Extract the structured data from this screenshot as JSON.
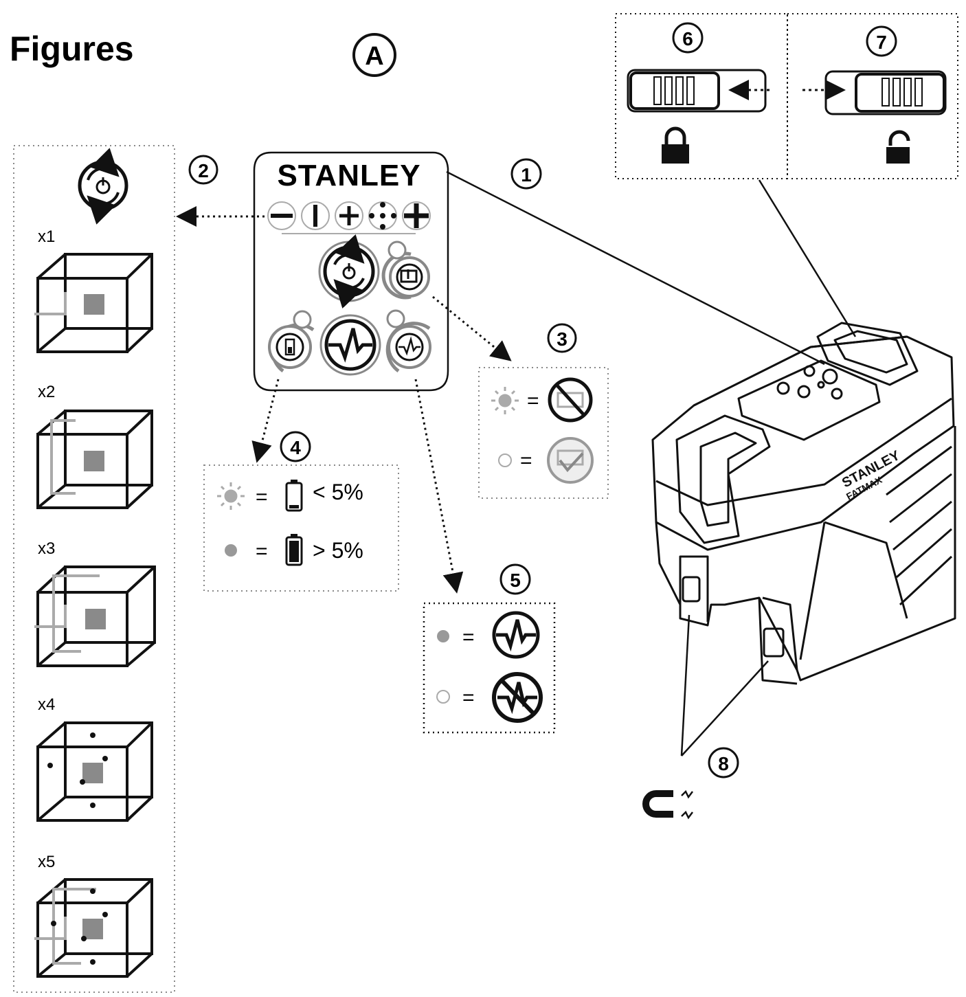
{
  "header": {
    "title": "Figures",
    "figure_letter": "A"
  },
  "brand": "STANLEY",
  "device_brand": "STANLEY",
  "device_model": "FATMAX",
  "callouts": [
    "1",
    "2",
    "3",
    "4",
    "5",
    "6",
    "7",
    "8"
  ],
  "line_modes": {
    "counts": [
      "x1",
      "x2",
      "x3",
      "x4",
      "x5"
    ]
  },
  "battery_legend": {
    "low": "< 5%",
    "ok": "> 5%",
    "equals": "="
  },
  "icons": {
    "power_cycle": "power-cycle-icon",
    "pendulum_lock": "pendulum-lock-icon",
    "battery": "battery-icon",
    "pulse": "pulse-icon",
    "lock": "lock-icon",
    "unlock": "unlock-icon",
    "magnet": "magnet-icon"
  },
  "colors": {
    "ink": "#111111",
    "dot_grey": "#999999",
    "cube_fill": "#8a8a8a",
    "line_grey": "#aaaaaa"
  }
}
